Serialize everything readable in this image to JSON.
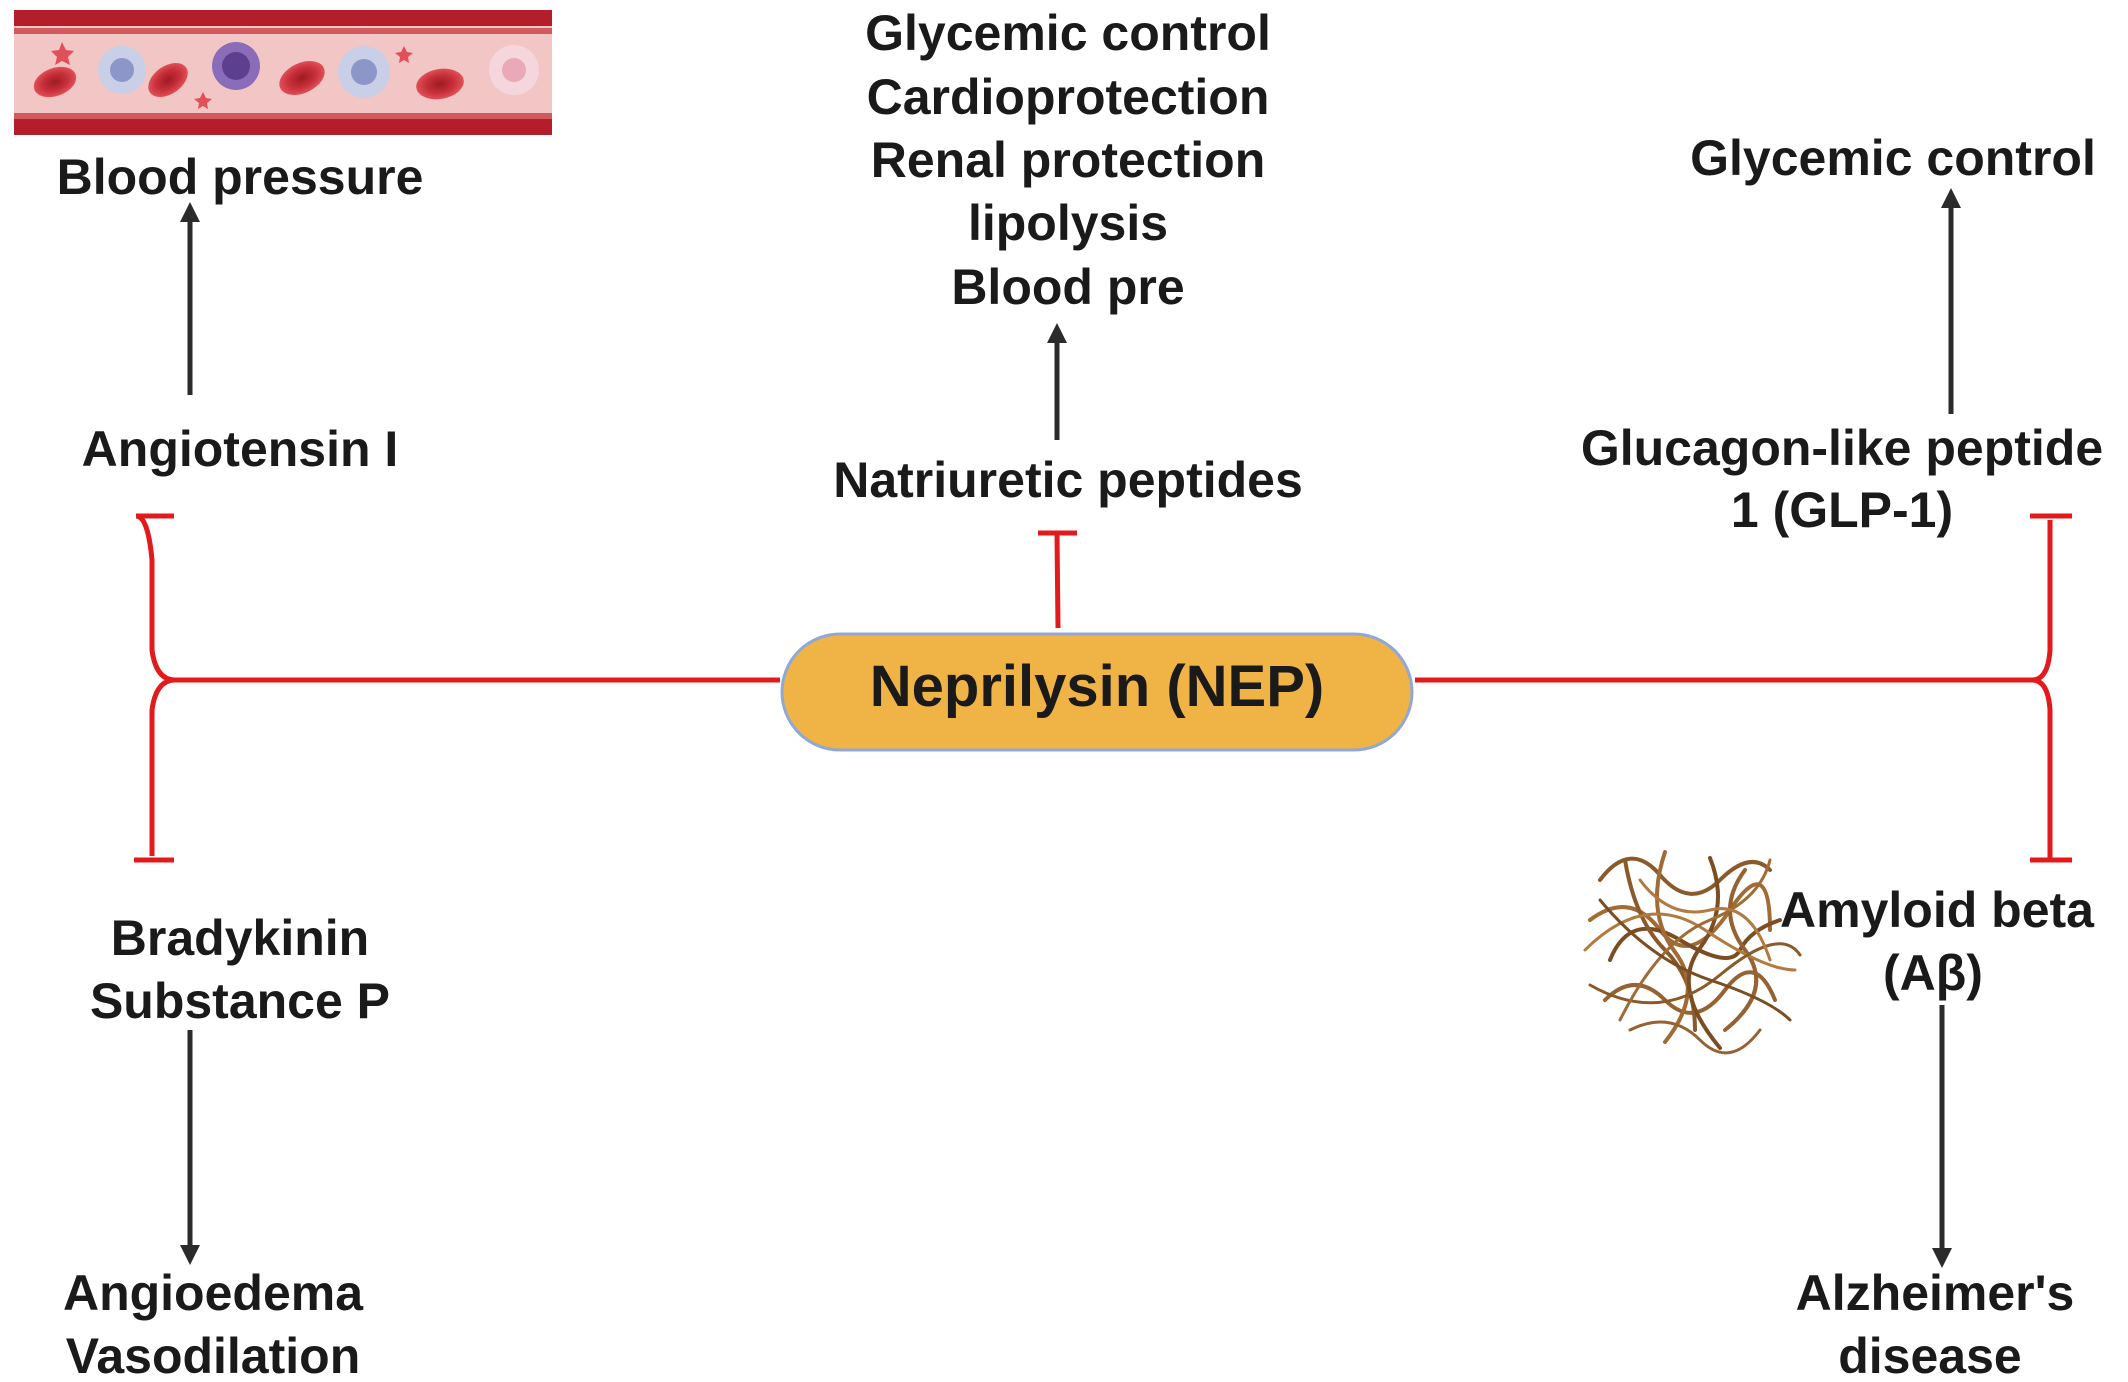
{
  "center": {
    "label": "Neprilysin (NEP)",
    "fill": "#F0B345",
    "border": "#8FA8D8"
  },
  "colors": {
    "inhibition": "#e31a1c",
    "activation": "#2b2b2b"
  },
  "top_left": {
    "effect": "Blood pressure",
    "substrate": "Angiotensin I",
    "icon": "blood-vessel-icon"
  },
  "top_center": {
    "effects": [
      "Glycemic control",
      "Cardioprotection",
      "Renal protection",
      "lipolysis",
      "Blood pre"
    ],
    "substrate": "Natriuretic peptides"
  },
  "top_right": {
    "effect": "Glycemic control",
    "substrate_lines": [
      "Glucagon-like peptide",
      "1 (GLP-1)"
    ]
  },
  "bottom_left": {
    "substrate_lines": [
      "Bradykinin",
      "Substance P"
    ],
    "effect_lines": [
      "Angioedema",
      "Vasodilation"
    ]
  },
  "bottom_right": {
    "substrate_lines": [
      "Amyloid beta",
      "(Aβ)"
    ],
    "effect_lines": [
      "Alzheimer's",
      "disease"
    ],
    "icon": "amyloid-fibril-icon"
  }
}
